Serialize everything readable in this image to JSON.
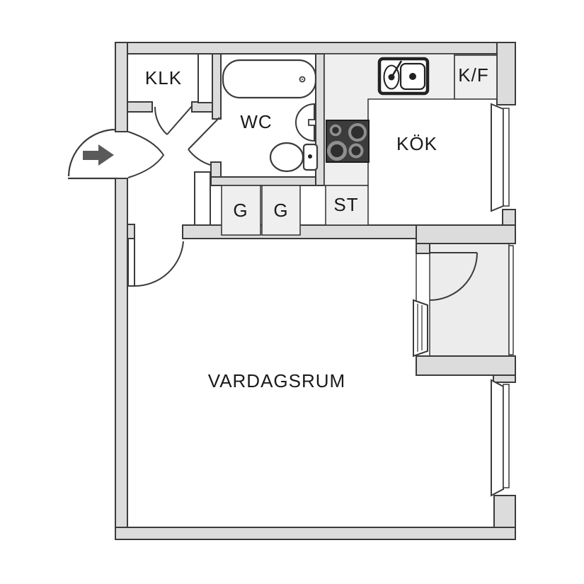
{
  "floorplan": {
    "type": "apartment-floorplan",
    "labels": {
      "closet": "KLK",
      "bathroom": "WC",
      "kitchen": "KÖK",
      "fridge_freezer": "K/F",
      "cleaning_closet": "ST",
      "wardrobe_1": "G",
      "wardrobe_2": "G",
      "living_room": "VARDAGSRUM"
    },
    "colors": {
      "background": "#ffffff",
      "wall_fill": "#dcdcdc",
      "wall_stroke": "#3b3b3b",
      "fixture_fill": "#efefef",
      "stove_fill": "#3c3c3c",
      "burner_ring": "#8f8f8f",
      "entrance_arrow": "#5a5a5a",
      "balcony_fill": "#ececec",
      "label_color": "#1a1a1a"
    }
  }
}
